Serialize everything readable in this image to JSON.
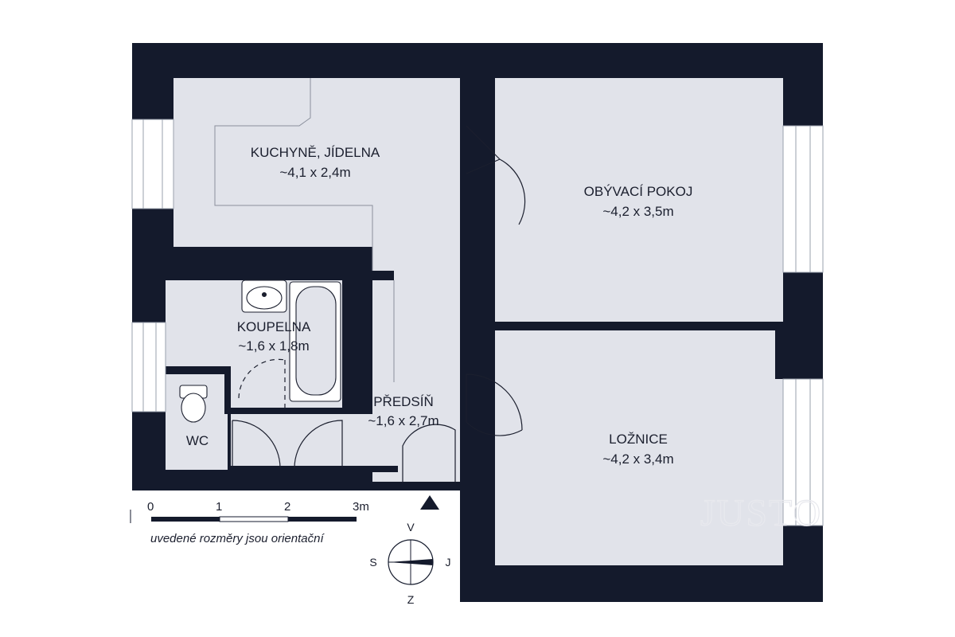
{
  "colors": {
    "wall": "#141a2c",
    "floor": "#e1e3ea",
    "line": "#4a4f5c",
    "background": "#ffffff"
  },
  "rooms": [
    {
      "name": "KUCHYNĚ, JÍDELNA",
      "size": "~4,1 x 2,4m"
    },
    {
      "name": "OBÝVACÍ POKOJ",
      "size": "~4,2 x 3,5m"
    },
    {
      "name": "KOUPELNA",
      "size": "~1,6 x 1,8m"
    },
    {
      "name": "PŘEDSÍŇ",
      "size": "~1,6 x 2,7m"
    },
    {
      "name": "LOŽNICE",
      "size": "~4,2 x 3,4m"
    },
    {
      "name": "WC",
      "size": ""
    }
  ],
  "scale_bar": {
    "ticks": [
      "0",
      "1",
      "2",
      "3m"
    ]
  },
  "note": "uvedené rozměry jsou orientační",
  "compass": {
    "north": "V",
    "south": "Z",
    "west": "S",
    "east": "J"
  },
  "watermark": "JUSTO",
  "icons": [
    "entrance-arrow-icon",
    "compass-icon",
    "toilet-icon",
    "sink-icon",
    "bathtub-icon"
  ]
}
